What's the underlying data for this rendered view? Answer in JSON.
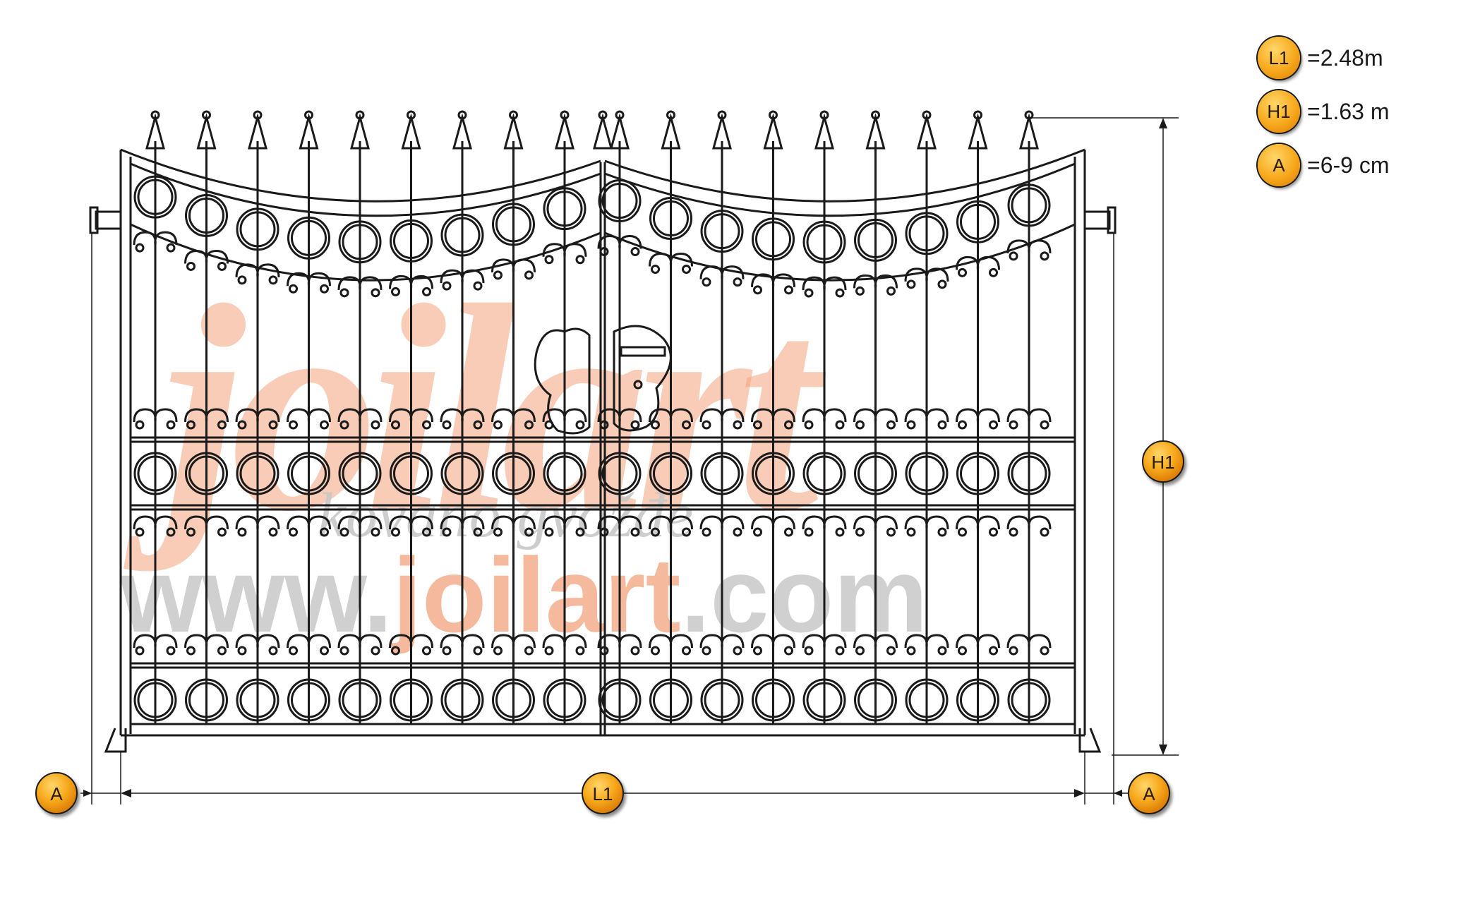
{
  "legend": [
    {
      "badge": "L1",
      "value": "=2.48m"
    },
    {
      "badge": "H1",
      "value": "=1.63 m"
    },
    {
      "badge": "A",
      "value": "=6-9 cm"
    }
  ],
  "dimension_badges": {
    "left_gap": "A",
    "width": "L1",
    "right_gap": "A",
    "height": "H1"
  },
  "watermark": {
    "logo_word": "joilart",
    "tagline": "kovano gvožđe",
    "url_prefix": "www.",
    "url_brand": "joilart",
    "url_suffix": ".com"
  },
  "colors": {
    "line": "#1a1a1a",
    "badge_fill": "#f7a81b",
    "watermark_orange": "#f2a27c",
    "watermark_gray": "#c8c8c8"
  }
}
